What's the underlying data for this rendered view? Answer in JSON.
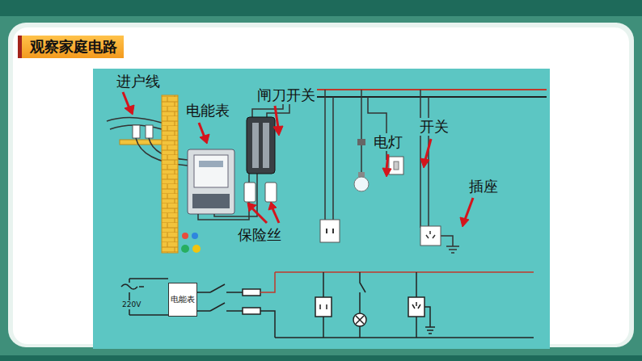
{
  "diagram": {
    "title": "观察家庭电路",
    "nodes": [
      {
        "text": [
          "电能表"
        ]
      }
    ],
    "labels": [
      "进户线",
      "电能表",
      "闸刀开关",
      "电灯",
      "开关",
      "插座",
      "保险丝",
      "220V"
    ]
  }
}
